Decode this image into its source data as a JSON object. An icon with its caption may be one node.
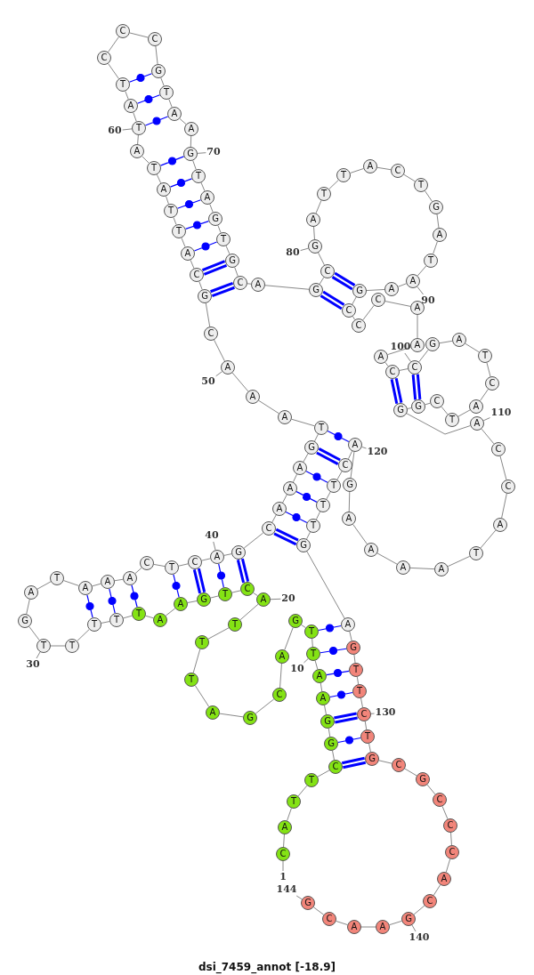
{
  "diagram": {
    "title": "dsi_7459_annot [-18.9]",
    "nodes": [
      {
        "text": [
          "C"
        ]
      },
      {
        "text": [
          "A"
        ]
      },
      {
        "text": [
          "T"
        ]
      },
      {
        "text": [
          "T"
        ]
      },
      {
        "text": [
          "C"
        ]
      },
      {
        "text": [
          "G"
        ]
      },
      {
        "text": [
          "G"
        ]
      },
      {
        "text": [
          "A"
        ]
      },
      {
        "text": [
          "A"
        ]
      },
      {
        "text": [
          "T"
        ]
      },
      {
        "text": [
          "T"
        ]
      },
      {
        "text": [
          "G"
        ]
      },
      {
        "text": [
          "A"
        ]
      },
      {
        "text": [
          "C"
        ]
      },
      {
        "text": [
          "G"
        ]
      },
      {
        "text": [
          "A"
        ]
      },
      {
        "text": [
          "T"
        ]
      },
      {
        "text": [
          "T"
        ]
      },
      {
        "text": [
          "T"
        ]
      },
      {
        "text": [
          "A"
        ]
      },
      {
        "text": [
          "C"
        ]
      },
      {
        "text": [
          "T"
        ]
      },
      {
        "text": [
          "G"
        ]
      },
      {
        "text": [
          "A"
        ]
      },
      {
        "text": [
          "A"
        ]
      },
      {
        "text": [
          "T"
        ]
      },
      {
        "text": [
          "T"
        ]
      },
      {
        "text": [
          "T"
        ]
      },
      {
        "text": [
          "T"
        ]
      },
      {
        "text": [
          "T"
        ]
      },
      {
        "text": [
          "G"
        ]
      },
      {
        "text": [
          "A"
        ]
      },
      {
        "text": [
          "T"
        ]
      },
      {
        "text": [
          "A"
        ]
      },
      {
        "text": [
          "A"
        ]
      },
      {
        "text": [
          "A"
        ]
      },
      {
        "text": [
          "C"
        ]
      },
      {
        "text": [
          "T"
        ]
      },
      {
        "text": [
          "C"
        ]
      },
      {
        "text": [
          "A"
        ]
      },
      {
        "text": [
          "G"
        ]
      },
      {
        "text": [
          "C"
        ]
      },
      {
        "text": [
          "A"
        ]
      },
      {
        "text": [
          "A"
        ]
      },
      {
        "text": [
          "A"
        ]
      },
      {
        "text": [
          "G"
        ]
      },
      {
        "text": [
          "T"
        ]
      },
      {
        "text": [
          "A"
        ]
      },
      {
        "text": [
          "A"
        ]
      },
      {
        "text": [
          "A"
        ]
      },
      {
        "text": [
          "C"
        ]
      },
      {
        "text": [
          "G"
        ]
      },
      {
        "text": [
          "C"
        ]
      },
      {
        "text": [
          "A"
        ]
      },
      {
        "text": [
          "T"
        ]
      },
      {
        "text": [
          "T"
        ]
      },
      {
        "text": [
          "A"
        ]
      },
      {
        "text": [
          "T"
        ]
      },
      {
        "text": [
          "A"
        ]
      },
      {
        "text": [
          "T"
        ]
      },
      {
        "text": [
          "A"
        ]
      },
      {
        "text": [
          "T"
        ]
      },
      {
        "text": [
          "C"
        ]
      },
      {
        "text": [
          "C"
        ]
      },
      {
        "text": [
          "C"
        ]
      },
      {
        "text": [
          "G"
        ]
      },
      {
        "text": [
          "T"
        ]
      },
      {
        "text": [
          "A"
        ]
      },
      {
        "text": [
          "A"
        ]
      },
      {
        "text": [
          "G"
        ]
      },
      {
        "text": [
          "T"
        ]
      },
      {
        "text": [
          "A"
        ]
      },
      {
        "text": [
          "G"
        ]
      },
      {
        "text": [
          "T"
        ]
      },
      {
        "text": [
          "G"
        ]
      },
      {
        "text": [
          "C"
        ]
      },
      {
        "text": [
          "A"
        ]
      },
      {
        "text": [
          "G"
        ]
      },
      {
        "text": [
          "C"
        ]
      },
      {
        "text": [
          "G"
        ]
      },
      {
        "text": [
          "A"
        ]
      },
      {
        "text": [
          "T"
        ]
      },
      {
        "text": [
          "T"
        ]
      },
      {
        "text": [
          "A"
        ]
      },
      {
        "text": [
          "C"
        ]
      },
      {
        "text": [
          "T"
        ]
      },
      {
        "text": [
          "G"
        ]
      },
      {
        "text": [
          "A"
        ]
      },
      {
        "text": [
          "T"
        ]
      },
      {
        "text": [
          "A"
        ]
      },
      {
        "text": [
          "A"
        ]
      },
      {
        "text": [
          "G"
        ]
      },
      {
        "text": [
          "C"
        ]
      },
      {
        "text": [
          "C"
        ]
      },
      {
        "text": [
          "C"
        ]
      },
      {
        "text": [
          "A"
        ]
      },
      {
        "text": [
          "A"
        ]
      },
      {
        "text": [
          "A"
        ]
      },
      {
        "text": [
          "C"
        ]
      },
      {
        "text": [
          "C"
        ]
      },
      {
        "text": [
          "G"
        ]
      },
      {
        "text": [
          "A"
        ]
      },
      {
        "text": [
          "T"
        ]
      },
      {
        "text": [
          "C"
        ]
      },
      {
        "text": [
          "A"
        ]
      },
      {
        "text": [
          "T"
        ]
      },
      {
        "text": [
          "C"
        ]
      },
      {
        "text": [
          "G"
        ]
      },
      {
        "text": [
          "G"
        ]
      },
      {
        "text": [
          "A"
        ]
      },
      {
        "text": [
          "C"
        ]
      },
      {
        "text": [
          "C"
        ]
      },
      {
        "text": [
          "A"
        ]
      },
      {
        "text": [
          "T"
        ]
      },
      {
        "text": [
          "A"
        ]
      },
      {
        "text": [
          "A"
        ]
      },
      {
        "text": [
          "A"
        ]
      },
      {
        "text": [
          "A"
        ]
      },
      {
        "text": [
          "G"
        ]
      },
      {
        "text": [
          "A"
        ]
      },
      {
        "text": [
          "C"
        ]
      },
      {
        "text": [
          "T"
        ]
      },
      {
        "text": [
          "T"
        ]
      },
      {
        "text": [
          "T"
        ]
      },
      {
        "text": [
          "G"
        ]
      },
      {
        "text": [
          "A"
        ]
      },
      {
        "text": [
          "G"
        ]
      },
      {
        "text": [
          "T"
        ]
      },
      {
        "text": [
          "T"
        ]
      },
      {
        "text": [
          "C"
        ]
      },
      {
        "text": [
          "T"
        ]
      },
      {
        "text": [
          "G"
        ]
      },
      {
        "text": [
          "C"
        ]
      },
      {
        "text": [
          "G"
        ]
      },
      {
        "text": [
          "C"
        ]
      },
      {
        "text": [
          "C"
        ]
      },
      {
        "text": [
          "C"
        ]
      },
      {
        "text": [
          "A"
        ]
      },
      {
        "text": [
          "C"
        ]
      },
      {
        "text": [
          "G"
        ]
      },
      {
        "text": [
          "A"
        ]
      },
      {
        "text": [
          "A"
        ]
      },
      {
        "text": [
          "C"
        ]
      },
      {
        "text": [
          "G"
        ]
      },
      {
        "text": [
          "1"
        ]
      },
      {
        "text": [
          "10"
        ]
      },
      {
        "text": [
          "20"
        ]
      },
      {
        "text": [
          "30"
        ]
      },
      {
        "text": [
          "40"
        ]
      },
      {
        "text": [
          "50"
        ]
      },
      {
        "text": [
          "60"
        ]
      },
      {
        "text": [
          "70"
        ]
      },
      {
        "text": [
          "80"
        ]
      },
      {
        "text": [
          "90"
        ]
      },
      {
        "text": [
          "100"
        ]
      },
      {
        "text": [
          "110"
        ]
      },
      {
        "text": [
          "120"
        ]
      },
      {
        "text": [
          "130"
        ]
      },
      {
        "text": [
          "140"
        ]
      },
      {
        "text": [
          "144"
        ]
      }
    ],
    "edges": [
      {
        "from": 0,
        "to": 1,
        "arrow": "none"
      },
      {
        "from": 1,
        "to": 2,
        "arrow": "none"
      },
      {
        "from": 2,
        "to": 3,
        "arrow": "none"
      },
      {
        "from": 3,
        "to": 4,
        "arrow": "none"
      },
      {
        "from": 4,
        "to": 5,
        "arrow": "none"
      },
      {
        "from": 5,
        "to": 6,
        "arrow": "none"
      },
      {
        "from": 6,
        "to": 7,
        "arrow": "none"
      },
      {
        "from": 7,
        "to": 8,
        "arrow": "none"
      },
      {
        "from": 8,
        "to": 9,
        "arrow": "none"
      },
      {
        "from": 9,
        "to": 10,
        "arrow": "none"
      },
      {
        "from": 10,
        "to": 11,
        "arrow": "none"
      },
      {
        "from": 11,
        "to": 12,
        "arrow": "none"
      },
      {
        "from": 12,
        "to": 13,
        "arrow": "none"
      },
      {
        "from": 13,
        "to": 14,
        "arrow": "none"
      },
      {
        "from": 14,
        "to": 15,
        "arrow": "none"
      },
      {
        "from": 15,
        "to": 16,
        "arrow": "none"
      },
      {
        "from": 16,
        "to": 17,
        "arrow": "none"
      },
      {
        "from": 17,
        "to": 18,
        "arrow": "none"
      },
      {
        "from": 18,
        "to": 19,
        "arrow": "none"
      },
      {
        "from": 19,
        "to": 20,
        "arrow": "none"
      },
      {
        "from": 20,
        "to": 21,
        "arrow": "none"
      },
      {
        "from": 21,
        "to": 22,
        "arrow": "none"
      },
      {
        "from": 22,
        "to": 23,
        "arrow": "none"
      },
      {
        "from": 23,
        "to": 24,
        "arrow": "none"
      },
      {
        "from": 24,
        "to": 25,
        "arrow": "none"
      },
      {
        "from": 25,
        "to": 26,
        "arrow": "none"
      },
      {
        "from": 26,
        "to": 27,
        "arrow": "none"
      },
      {
        "from": 27,
        "to": 28,
        "arrow": "none"
      },
      {
        "from": 28,
        "to": 29,
        "arrow": "none"
      },
      {
        "from": 29,
        "to": 30,
        "arrow": "none"
      },
      {
        "from": 30,
        "to": 31,
        "arrow": "none"
      },
      {
        "from": 31,
        "to": 32,
        "arrow": "none"
      },
      {
        "from": 32,
        "to": 33,
        "arrow": "none"
      },
      {
        "from": 33,
        "to": 34,
        "arrow": "none"
      },
      {
        "from": 34,
        "to": 35,
        "arrow": "none"
      },
      {
        "from": 35,
        "to": 36,
        "arrow": "none"
      },
      {
        "from": 36,
        "to": 37,
        "arrow": "none"
      },
      {
        "from": 37,
        "to": 38,
        "arrow": "none"
      },
      {
        "from": 38,
        "to": 39,
        "arrow": "none"
      },
      {
        "from": 39,
        "to": 40,
        "arrow": "none"
      },
      {
        "from": 40,
        "to": 41,
        "arrow": "none"
      },
      {
        "from": 41,
        "to": 42,
        "arrow": "none"
      },
      {
        "from": 42,
        "to": 43,
        "arrow": "none"
      },
      {
        "from": 43,
        "to": 44,
        "arrow": "none"
      },
      {
        "from": 44,
        "to": 45,
        "arrow": "none"
      },
      {
        "from": 45,
        "to": 46,
        "arrow": "none"
      },
      {
        "from": 46,
        "to": 47,
        "arrow": "none"
      },
      {
        "from": 47,
        "to": 48,
        "arrow": "none"
      },
      {
        "from": 48,
        "to": 49,
        "arrow": "none"
      },
      {
        "from": 49,
        "to": 50,
        "arrow": "none"
      },
      {
        "from": 50,
        "to": 51,
        "arrow": "none"
      },
      {
        "from": 51,
        "to": 52,
        "arrow": "none"
      },
      {
        "from": 52,
        "to": 53,
        "arrow": "none"
      },
      {
        "from": 53,
        "to": 54,
        "arrow": "none"
      },
      {
        "from": 54,
        "to": 55,
        "arrow": "none"
      },
      {
        "from": 55,
        "to": 56,
        "arrow": "none"
      },
      {
        "from": 56,
        "to": 57,
        "arrow": "none"
      },
      {
        "from": 57,
        "to": 58,
        "arrow": "none"
      },
      {
        "from": 58,
        "to": 59,
        "arrow": "none"
      },
      {
        "from": 59,
        "to": 60,
        "arrow": "none"
      },
      {
        "from": 60,
        "to": 61,
        "arrow": "none"
      },
      {
        "from": 61,
        "to": 62,
        "arrow": "none"
      },
      {
        "from": 62,
        "to": 63,
        "arrow": "none"
      },
      {
        "from": 63,
        "to": 64,
        "arrow": "none"
      },
      {
        "from": 64,
        "to": 65,
        "arrow": "none"
      },
      {
        "from": 65,
        "to": 66,
        "arrow": "none"
      },
      {
        "from": 66,
        "to": 67,
        "arrow": "none"
      },
      {
        "from": 67,
        "to": 68,
        "arrow": "none"
      },
      {
        "from": 68,
        "to": 69,
        "arrow": "none"
      },
      {
        "from": 69,
        "to": 70,
        "arrow": "none"
      },
      {
        "from": 70,
        "to": 71,
        "arrow": "none"
      },
      {
        "from": 71,
        "to": 72,
        "arrow": "none"
      },
      {
        "from": 72,
        "to": 73,
        "arrow": "none"
      },
      {
        "from": 73,
        "to": 74,
        "arrow": "none"
      },
      {
        "from": 74,
        "to": 75,
        "arrow": "none"
      },
      {
        "from": 75,
        "to": 76,
        "arrow": "none"
      },
      {
        "from": 76,
        "to": 77,
        "arrow": "none"
      },
      {
        "from": 77,
        "to": 78,
        "arrow": "none"
      },
      {
        "from": 78,
        "to": 79,
        "arrow": "none"
      },
      {
        "from": 79,
        "to": 80,
        "arrow": "none"
      },
      {
        "from": 80,
        "to": 81,
        "arrow": "none"
      },
      {
        "from": 81,
        "to": 82,
        "arrow": "none"
      },
      {
        "from": 82,
        "to": 83,
        "arrow": "none"
      },
      {
        "from": 83,
        "to": 84,
        "arrow": "none"
      },
      {
        "from": 84,
        "to": 85,
        "arrow": "none"
      },
      {
        "from": 85,
        "to": 86,
        "arrow": "none"
      },
      {
        "from": 86,
        "to": 87,
        "arrow": "none"
      },
      {
        "from": 87,
        "to": 88,
        "arrow": "none"
      },
      {
        "from": 88,
        "to": 89,
        "arrow": "none"
      },
      {
        "from": 89,
        "to": 90,
        "arrow": "none"
      },
      {
        "from": 90,
        "to": 91,
        "arrow": "none"
      },
      {
        "from": 91,
        "to": 92,
        "arrow": "none"
      },
      {
        "from": 92,
        "to": 93,
        "arrow": "none"
      },
      {
        "from": 93,
        "to": 94,
        "arrow": "none"
      },
      {
        "from": 94,
        "to": 95,
        "arrow": "none"
      },
      {
        "from": 95,
        "to": 96,
        "arrow": "none"
      },
      {
        "from": 96,
        "to": 97,
        "arrow": "none"
      },
      {
        "from": 97,
        "to": 98,
        "arrow": "none"
      },
      {
        "from": 98,
        "to": 99,
        "arrow": "none"
      },
      {
        "from": 99,
        "to": 100,
        "arrow": "none"
      },
      {
        "from": 100,
        "to": 101,
        "arrow": "none"
      },
      {
        "from": 101,
        "to": 102,
        "arrow": "none"
      },
      {
        "from": 102,
        "to": 103,
        "arrow": "none"
      },
      {
        "from": 103,
        "to": 104,
        "arrow": "none"
      },
      {
        "from": 104,
        "to": 105,
        "arrow": "none"
      },
      {
        "from": 105,
        "to": 106,
        "arrow": "none"
      },
      {
        "from": 106,
        "to": 107,
        "arrow": "none"
      },
      {
        "from": 107,
        "to": 108,
        "arrow": "none"
      },
      {
        "from": 108,
        "to": 109,
        "arrow": "none"
      },
      {
        "from": 109,
        "to": 110,
        "arrow": "none"
      },
      {
        "from": 110,
        "to": 111,
        "arrow": "none"
      },
      {
        "from": 111,
        "to": 112,
        "arrow": "none"
      },
      {
        "from": 112,
        "to": 113,
        "arrow": "none"
      },
      {
        "from": 113,
        "to": 114,
        "arrow": "none"
      },
      {
        "from": 114,
        "to": 115,
        "arrow": "none"
      },
      {
        "from": 115,
        "to": 116,
        "arrow": "none"
      },
      {
        "from": 116,
        "to": 117,
        "arrow": "none"
      },
      {
        "from": 117,
        "to": 118,
        "arrow": "none"
      },
      {
        "from": 118,
        "to": 119,
        "arrow": "none"
      },
      {
        "from": 119,
        "to": 120,
        "arrow": "none"
      },
      {
        "from": 120,
        "to": 121,
        "arrow": "none"
      },
      {
        "from": 121,
        "to": 122,
        "arrow": "none"
      },
      {
        "from": 122,
        "to": 123,
        "arrow": "none"
      },
      {
        "from": 123,
        "to": 124,
        "arrow": "none"
      },
      {
        "from": 124,
        "to": 125,
        "arrow": "none"
      },
      {
        "from": 125,
        "to": 126,
        "arrow": "none"
      },
      {
        "from": 126,
        "to": 127,
        "arrow": "none"
      },
      {
        "from": 127,
        "to": 128,
        "arrow": "none"
      },
      {
        "from": 128,
        "to": 129,
        "arrow": "none"
      },
      {
        "from": 129,
        "to": 130,
        "arrow": "none"
      },
      {
        "from": 130,
        "to": 131,
        "arrow": "none"
      },
      {
        "from": 131,
        "to": 132,
        "arrow": "none"
      },
      {
        "from": 132,
        "to": 133,
        "arrow": "none"
      },
      {
        "from": 133,
        "to": 134,
        "arrow": "none"
      },
      {
        "from": 134,
        "to": 135,
        "arrow": "none"
      },
      {
        "from": 135,
        "to": 136,
        "arrow": "none"
      },
      {
        "from": 136,
        "to": 137,
        "arrow": "none"
      },
      {
        "from": 137,
        "to": 138,
        "arrow": "none"
      },
      {
        "from": 138,
        "to": 139,
        "arrow": "none"
      },
      {
        "from": 139,
        "to": 140,
        "arrow": "none"
      },
      {
        "from": 140,
        "to": 141,
        "arrow": "none"
      },
      {
        "from": 141,
        "to": 142,
        "arrow": "none"
      },
      {
        "from": 142,
        "to": 143,
        "arrow": "none"
      },
      {
        "from": 61,
        "to": 65,
        "arrow": "none",
        "color": "#0000ff"
      },
      {
        "from": 60,
        "to": 66,
        "arrow": "none",
        "color": "#0000ff"
      },
      {
        "from": 59,
        "to": 67,
        "arrow": "none",
        "color": "#0000ff"
      },
      {
        "from": 57,
        "to": 69,
        "arrow": "none",
        "color": "#0000ff"
      },
      {
        "from": 56,
        "to": 70,
        "arrow": "none",
        "color": "#0000ff"
      },
      {
        "from": 55,
        "to": 71,
        "arrow": "none",
        "color": "#0000ff"
      },
      {
        "from": 54,
        "to": 72,
        "arrow": "none",
        "color": "#0000ff"
      },
      {
        "from": 53,
        "to": 73,
        "arrow": "none",
        "color": "#0000ff"
      },
      {
        "from": 52,
        "to": 74,
        "arrow": "none",
        "style": "thick",
        "color": "#0000ff"
      },
      {
        "from": 51,
        "to": 75,
        "arrow": "none",
        "style": "thick",
        "color": "#0000ff"
      },
      {
        "from": 78,
        "to": 91,
        "arrow": "none",
        "style": "thick",
        "color": "#0000ff"
      },
      {
        "from": 77,
        "to": 92,
        "arrow": "none",
        "style": "thick",
        "color": "#0000ff"
      },
      {
        "from": 99,
        "to": 107,
        "arrow": "none",
        "style": "thick",
        "color": "#0000ff"
      },
      {
        "from": 98,
        "to": 108,
        "arrow": "none",
        "style": "thick",
        "color": "#0000ff"
      },
      {
        "from": 46,
        "to": 119,
        "arrow": "none",
        "color": "#0000ff"
      },
      {
        "from": 45,
        "to": 120,
        "arrow": "none",
        "style": "thick",
        "color": "#0000ff"
      },
      {
        "from": 44,
        "to": 121,
        "arrow": "none",
        "color": "#0000ff"
      },
      {
        "from": 43,
        "to": 122,
        "arrow": "none",
        "color": "#0000ff"
      },
      {
        "from": 42,
        "to": 123,
        "arrow": "none",
        "color": "#0000ff"
      },
      {
        "from": 41,
        "to": 124,
        "arrow": "none",
        "style": "thick",
        "color": "#0000ff"
      },
      {
        "from": 20,
        "to": 40,
        "arrow": "none",
        "style": "thick",
        "color": "#0000ff"
      },
      {
        "from": 21,
        "to": 39,
        "arrow": "none",
        "color": "#0000ff"
      },
      {
        "from": 22,
        "to": 38,
        "arrow": "none",
        "style": "thick",
        "color": "#0000ff"
      },
      {
        "from": 23,
        "to": 37,
        "arrow": "none",
        "color": "#0000ff"
      },
      {
        "from": 25,
        "to": 35,
        "arrow": "none",
        "color": "#0000ff"
      },
      {
        "from": 26,
        "to": 34,
        "arrow": "none",
        "color": "#0000ff"
      },
      {
        "from": 27,
        "to": 33,
        "arrow": "none",
        "color": "#0000ff"
      },
      {
        "from": 10,
        "to": 125,
        "arrow": "none",
        "color": "#0000ff"
      },
      {
        "from": 9,
        "to": 126,
        "arrow": "none",
        "color": "#0000ff"
      },
      {
        "from": 8,
        "to": 127,
        "arrow": "none",
        "color": "#0000ff"
      },
      {
        "from": 7,
        "to": 128,
        "arrow": "none",
        "color": "#0000ff"
      },
      {
        "from": 6,
        "to": 129,
        "arrow": "none",
        "style": "thick",
        "color": "#0000ff"
      },
      {
        "from": 5,
        "to": 130,
        "arrow": "none",
        "color": "#0000ff"
      },
      {
        "from": 4,
        "to": 131,
        "arrow": "none",
        "style": "thick",
        "color": "#0000ff"
      },
      {
        "from": 144,
        "to": 0,
        "arrow": "none"
      },
      {
        "from": 145,
        "to": 9,
        "arrow": "none"
      },
      {
        "from": 146,
        "to": 19,
        "arrow": "none"
      },
      {
        "from": 147,
        "to": 29,
        "arrow": "none"
      },
      {
        "from": 148,
        "to": 39,
        "arrow": "none"
      },
      {
        "from": 149,
        "to": 49,
        "arrow": "none"
      },
      {
        "from": 150,
        "to": 59,
        "arrow": "none"
      },
      {
        "from": 151,
        "to": 69,
        "arrow": "none"
      },
      {
        "from": 152,
        "to": 79,
        "arrow": "none"
      },
      {
        "from": 153,
        "to": 89,
        "arrow": "none"
      },
      {
        "from": 154,
        "to": 99,
        "arrow": "none"
      },
      {
        "from": 155,
        "to": 109,
        "arrow": "none"
      },
      {
        "from": 156,
        "to": 119,
        "arrow": "none"
      },
      {
        "from": 157,
        "to": 129,
        "arrow": "none"
      },
      {
        "from": 158,
        "to": 139,
        "arrow": "none"
      },
      {
        "from": 159,
        "to": 143,
        "arrow": "none"
      }
    ]
  }
}
